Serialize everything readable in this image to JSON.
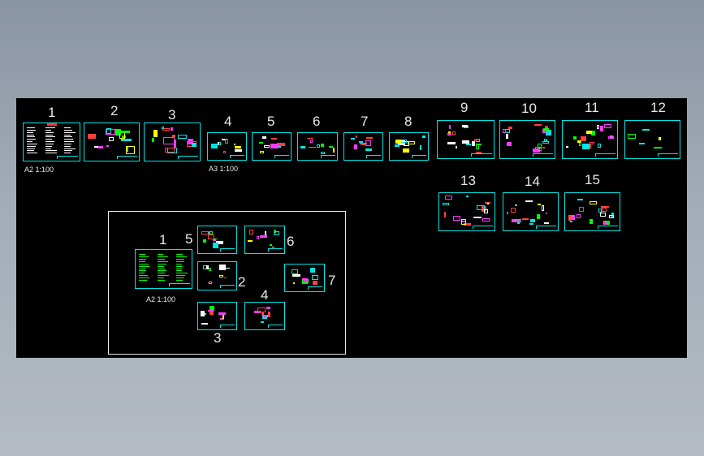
{
  "top_row": {
    "sheets": [
      {
        "label": "1",
        "style": "text"
      },
      {
        "label": "2",
        "style": "plan"
      },
      {
        "label": "3",
        "style": "plan"
      },
      {
        "label": "4",
        "style": "small"
      },
      {
        "label": "5",
        "style": "small"
      },
      {
        "label": "6",
        "style": "small"
      },
      {
        "label": "7",
        "style": "small"
      },
      {
        "label": "8",
        "style": "small"
      },
      {
        "label": "9",
        "style": "detail"
      },
      {
        "label": "10",
        "style": "detail"
      },
      {
        "label": "11",
        "style": "detail"
      },
      {
        "label": "12",
        "style": "detail-sparse"
      },
      {
        "label": "13",
        "style": "detail"
      },
      {
        "label": "14",
        "style": "detail"
      },
      {
        "label": "15",
        "style": "detail"
      }
    ],
    "scale_a2": "A2 1:100",
    "scale_a3": "A3 1:100"
  },
  "inset": {
    "sheets": [
      {
        "label": "1",
        "style": "text-green"
      },
      {
        "label": "2",
        "style": "small"
      },
      {
        "label": "3",
        "style": "small"
      },
      {
        "label": "4",
        "style": "small"
      },
      {
        "label": "5",
        "style": "small"
      },
      {
        "label": "6",
        "style": "small"
      },
      {
        "label": "7",
        "style": "small"
      }
    ],
    "scale_a2": "A2 1:100"
  },
  "colors": {
    "background": "#000000",
    "sheet_border": "#00e6e6",
    "label": "#e8e8e8"
  }
}
